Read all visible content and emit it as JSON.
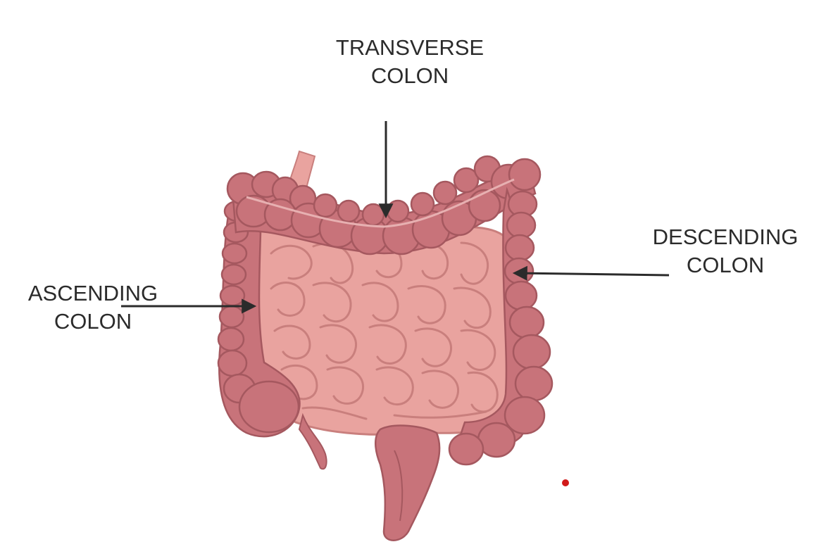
{
  "labels": {
    "transverse": {
      "line1": "TRANSVERSE",
      "line2": "COLON"
    },
    "descending": {
      "line1": "DESCENDING",
      "line2": "COLON"
    },
    "ascending": {
      "line1": "ASCENDING",
      "line2": "COLON"
    }
  },
  "colors": {
    "background": "#ffffff",
    "colon": "#c8737a",
    "colon_outline": "#a5585f",
    "small_intestine": "#e9a39f",
    "small_intestine_outline": "#c97f7d",
    "arrow": "#2b2b2b",
    "marker_dot": "#d11a1a"
  }
}
